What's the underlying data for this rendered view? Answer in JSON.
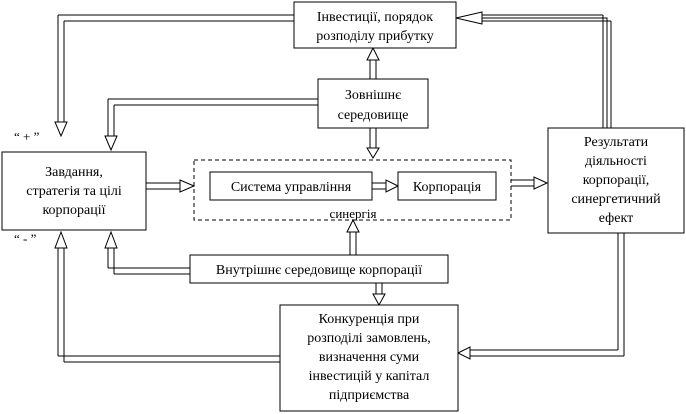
{
  "boxes": {
    "investments": {
      "lines": [
        "Інвестиції, порядок",
        "розподілу прибутку"
      ]
    },
    "external_env": {
      "lines": [
        "Зовнішнє",
        "середовище"
      ]
    },
    "tasks": {
      "lines": [
        "Завдання,",
        "стратегія та цілі",
        "корпорації"
      ]
    },
    "mgmt_system": {
      "lines": [
        "Система управління"
      ]
    },
    "corporation": {
      "lines": [
        "Корпорація"
      ]
    },
    "results": {
      "lines": [
        "Результати",
        "діяльності",
        "корпорації,",
        "синергетичний",
        "ефект"
      ]
    },
    "internal_env": {
      "lines": [
        "Внутрішнє середовище корпорації"
      ]
    },
    "competition": {
      "lines": [
        "Конкуренція при",
        "розподілі замовлень,",
        "визначення суми",
        "інвестицій у капітал",
        "підприємства"
      ]
    }
  },
  "labels": {
    "plus": "“ + ”",
    "minus": "“ - ”",
    "synergy": "синергія"
  }
}
